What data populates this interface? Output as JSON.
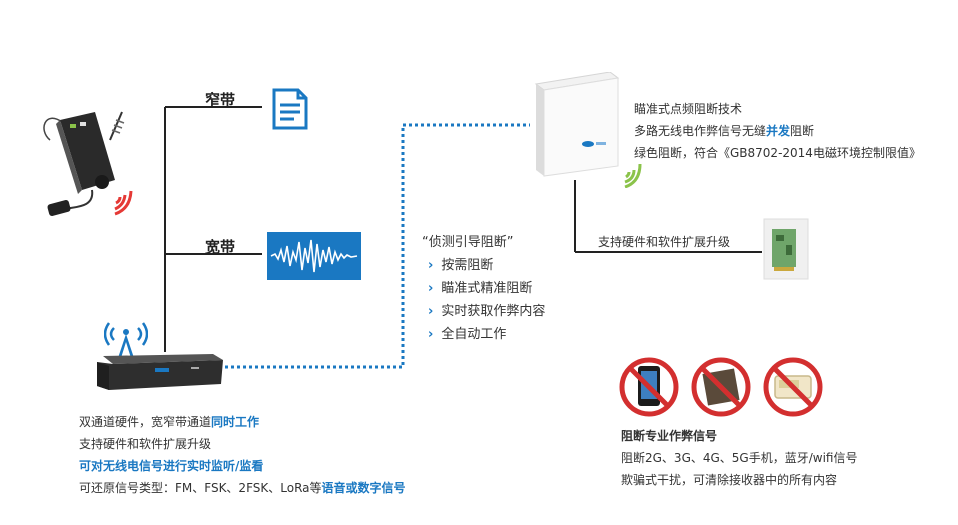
{
  "branches": {
    "narrow": "窄带",
    "wide": "宽带"
  },
  "detect": {
    "title": "“侦测引导阻断”",
    "items": [
      "按需阻断",
      "瞄准式精准阻断",
      "实时获取作弊内容",
      "全自动工作"
    ]
  },
  "jammer_info": {
    "line1": "瞄准式点频阻断技术",
    "line2_a": "多路无线电作弊信号无缝",
    "line2_b": "并发",
    "line2_c": "阻断",
    "line3": "绿色阻断，符合《GB8702-2014电磁环境控制限值》"
  },
  "upgrade_label": "支持硬件和软件扩展升级",
  "receiver_info": {
    "line1_a": "双通道硬件，宽窄带通道",
    "line1_b": "同时工作",
    "line2": "支持硬件和软件扩展升级",
    "line3": "可对无线电信号进行实时监听/监看",
    "line4_a": "可还原信号类型：FM、FSK、2FSK、LoRa等",
    "line4_b": "语音或数字信号"
  },
  "block": {
    "title": "阻断专业作弊信号",
    "line1": "阻断2G、3G、4G、5G手机，蓝牙/wifi信号",
    "line2": "欺骗式干扰，可清除接收器中的所有内容"
  },
  "icons": {
    "document": "document-icon",
    "waveform": "waveform-icon",
    "tower": "antenna-tower-icon",
    "signal": "signal-waves-icon",
    "prohibited": "prohibited-icon"
  },
  "colors": {
    "accent": "#1a78c2",
    "signal_red": "#e53935",
    "signal_green": "#8bc34a",
    "prohibit": "#d32f2f"
  }
}
